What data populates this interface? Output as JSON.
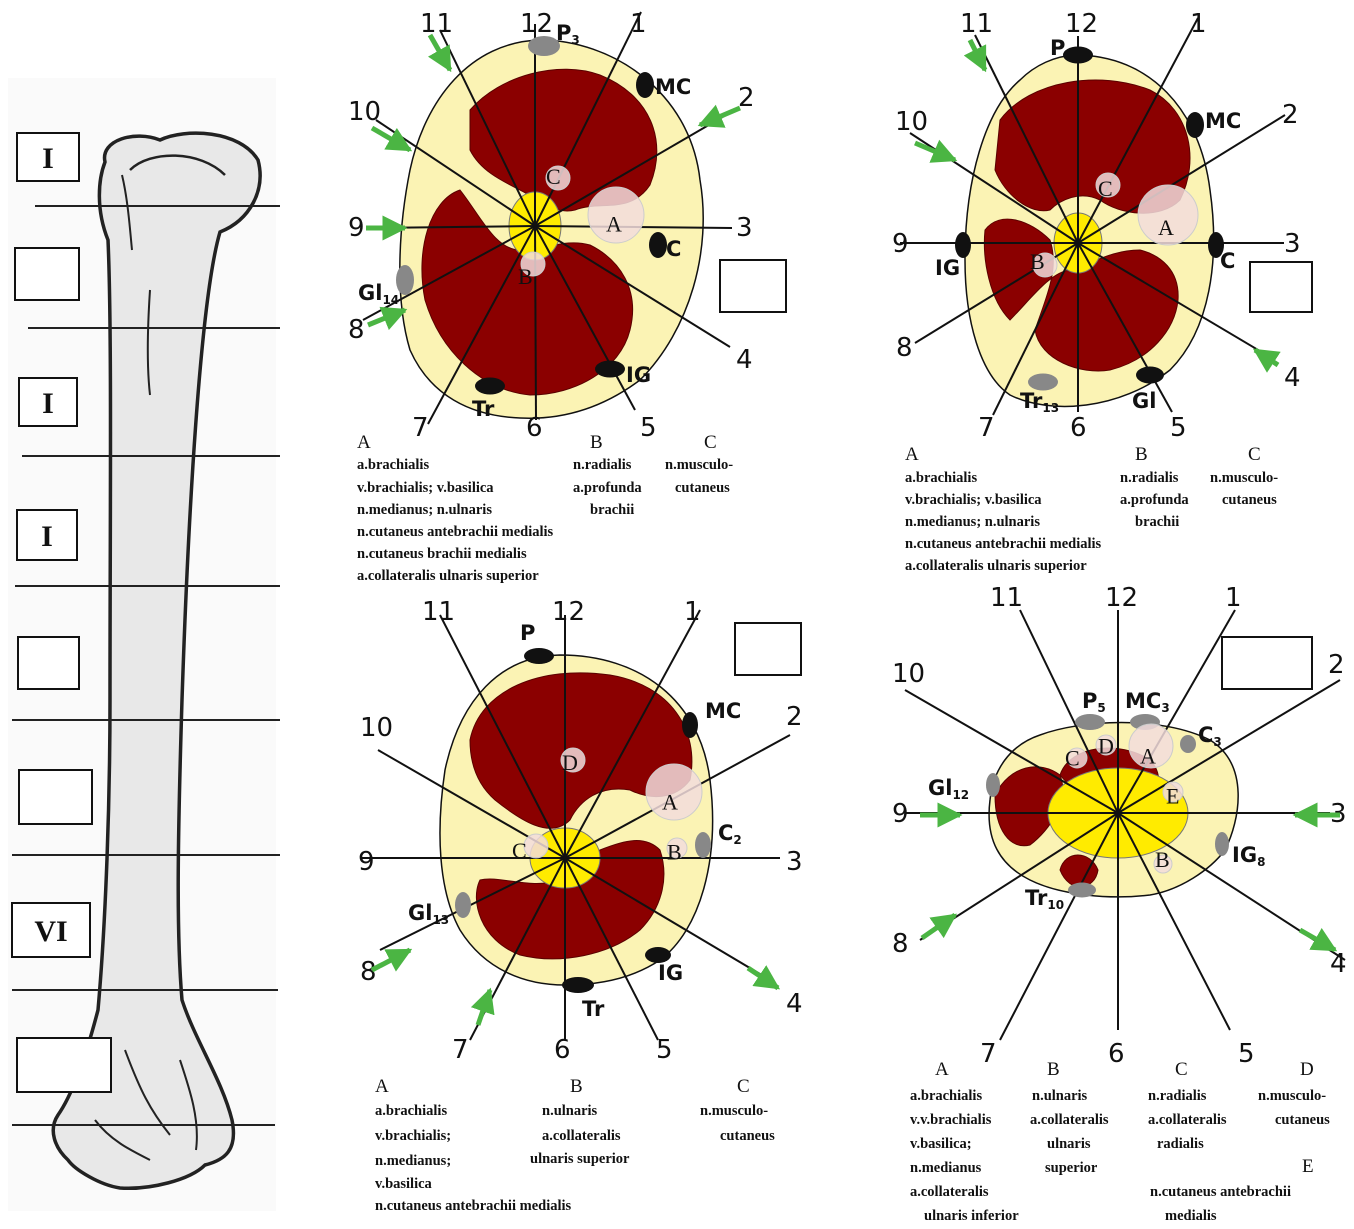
{
  "colors": {
    "skin": "#fbf3b4",
    "muscle": "#8b0000",
    "bone": "#ffeb00",
    "nerve": "#000000",
    "arrow": "#4bb543",
    "bone_drawing": "#e8e8e8"
  },
  "humerus_boxes": [
    {
      "label": "I"
    },
    {
      "label": ""
    },
    {
      "label": "I"
    },
    {
      "label": "I"
    },
    {
      "label": ""
    },
    {
      "label": ""
    },
    {
      "label": "VI"
    },
    {
      "label": ""
    }
  ],
  "sections": [
    {
      "id": "p1",
      "numbers": [
        "1",
        "2",
        "3",
        "4",
        "5",
        "6",
        "7",
        "8",
        "9",
        "10",
        "11",
        "12"
      ],
      "nerves": [
        {
          "text": "P",
          "sub": "3"
        },
        {
          "text": "MC",
          "sub": ""
        },
        {
          "text": "C",
          "sub": ""
        },
        {
          "text": "IG",
          "sub": ""
        },
        {
          "text": "Tr",
          "sub": ""
        },
        {
          "text": "Gl",
          "sub": "14"
        }
      ],
      "zones": [
        "A",
        "B",
        "C"
      ],
      "legend_heads": [
        "A",
        "B",
        "C"
      ],
      "legend_lines": [
        "a.brachialis",
        "v.brachialis; v.basilica",
        "n.medianus; n.ulnaris",
        "n.cutaneus antebrachii medialis",
        "n.cutaneus brachii medialis",
        "a.collateralis ulnaris superior",
        "n.radialis",
        "a.profunda",
        "brachii",
        "n.musculo-",
        "cutaneus"
      ]
    },
    {
      "id": "p2",
      "numbers": [
        "1",
        "2",
        "3",
        "4",
        "5",
        "6",
        "7",
        "8",
        "9",
        "10",
        "11",
        "12"
      ],
      "nerves": [
        {
          "text": "P",
          "sub": ""
        },
        {
          "text": "MC",
          "sub": ""
        },
        {
          "text": "C",
          "sub": ""
        },
        {
          "text": "IG",
          "sub": ""
        },
        {
          "text": "Tr",
          "sub": "13"
        },
        {
          "text": "Gl",
          "sub": ""
        }
      ],
      "zones": [
        "A",
        "B",
        "C"
      ],
      "legend_heads": [
        "A",
        "B",
        "C"
      ],
      "legend_lines": [
        "a.brachialis",
        "v.brachialis; v.basilica",
        "n.medianus; n.ulnaris",
        "n.cutaneus antebrachii medialis",
        "a.collateralis ulnaris superior",
        "n.radialis",
        "a.profunda",
        "brachii",
        "n.musculo-",
        "cutaneus"
      ]
    },
    {
      "id": "p3",
      "numbers": [
        "1",
        "2",
        "3",
        "4",
        "5",
        "6",
        "7",
        "8",
        "9",
        "10",
        "11",
        "12"
      ],
      "nerves": [
        {
          "text": "P",
          "sub": ""
        },
        {
          "text": "MC",
          "sub": ""
        },
        {
          "text": "C",
          "sub": "2"
        },
        {
          "text": "IG",
          "sub": ""
        },
        {
          "text": "Tr",
          "sub": ""
        },
        {
          "text": "Gl",
          "sub": "13"
        }
      ],
      "zones": [
        "A",
        "B",
        "C",
        "D"
      ],
      "legend_heads": [
        "A",
        "B",
        "C"
      ],
      "legend_lines": [
        "a.brachialis",
        "v.brachialis;",
        "n.medianus;",
        "v.basilica",
        "n.cutaneus antebrachii medialis",
        "n.ulnaris",
        "a.collateralis",
        "ulnaris superior",
        "n.musculo-",
        "cutaneus"
      ]
    },
    {
      "id": "p4",
      "numbers": [
        "1",
        "2",
        "3",
        "4",
        "5",
        "6",
        "7",
        "8",
        "9",
        "10",
        "11",
        "12"
      ],
      "nerves": [
        {
          "text": "P",
          "sub": "5"
        },
        {
          "text": "MC",
          "sub": "3"
        },
        {
          "text": "C",
          "sub": "3"
        },
        {
          "text": "IG",
          "sub": "8"
        },
        {
          "text": "Tr",
          "sub": "10"
        },
        {
          "text": "Gl",
          "sub": "12"
        }
      ],
      "zones": [
        "A",
        "B",
        "C",
        "D",
        "E"
      ],
      "legend_heads": [
        "A",
        "B",
        "C",
        "D",
        "E"
      ],
      "legend_lines": [
        "a.brachialis",
        "v.v.brachialis",
        "v.basilica;",
        "n.medianus",
        "a.collateralis",
        "ulnaris inferior",
        "n.ulnaris",
        "a.collateralis",
        "ulnaris",
        "superior",
        "n.radialis",
        "a.collateralis",
        "radialis",
        "n.musculo-",
        "cutaneus",
        "n.cutaneus antebrachii",
        "medialis"
      ]
    }
  ]
}
